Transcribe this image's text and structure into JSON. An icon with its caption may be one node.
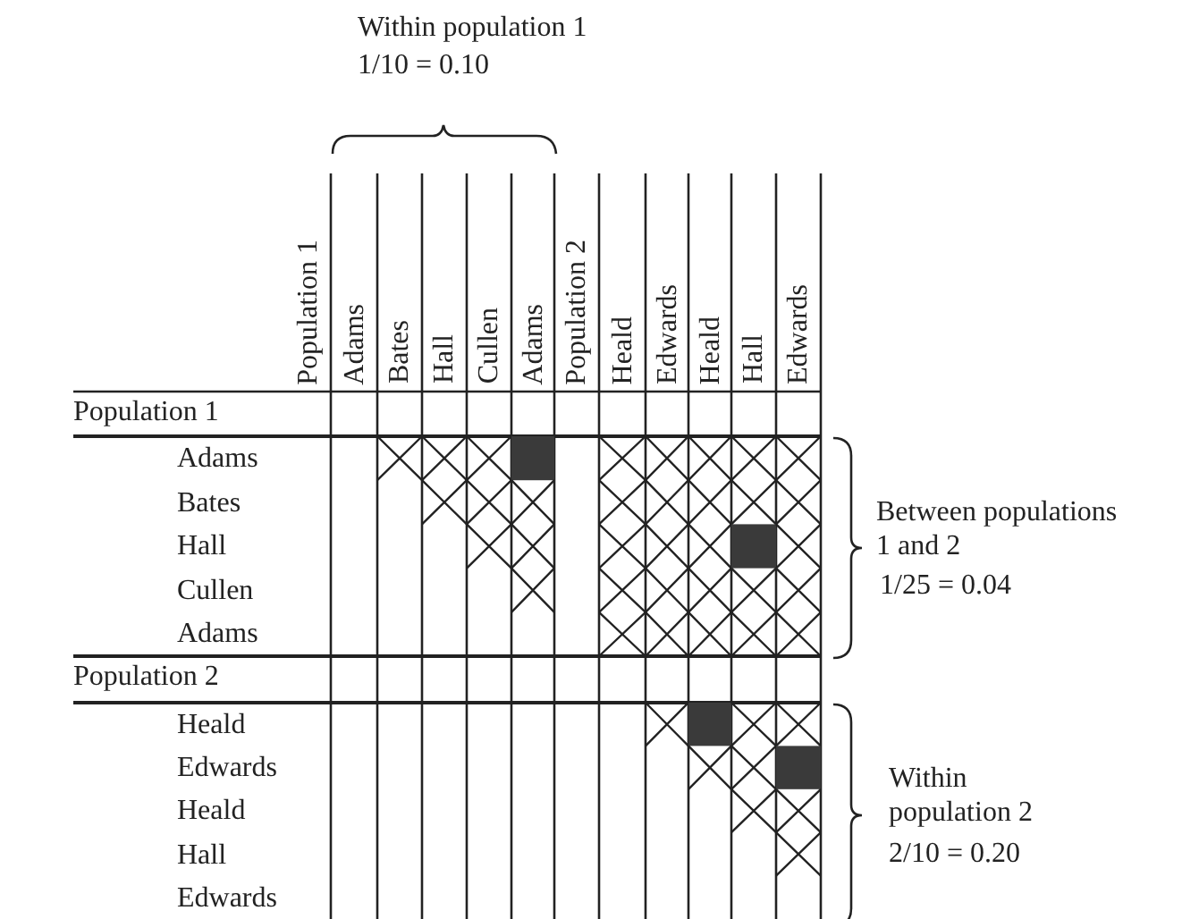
{
  "diagram": {
    "labels": [
      "Within population 1",
      "1/10 = 0.10",
      "Population 1",
      "Adams",
      "Bates",
      "Hall",
      "Cullen",
      "Adams",
      "Population 2",
      "Heald",
      "Edwards",
      "Heald",
      "Hall",
      "Edwards",
      "Population 1",
      "Adams",
      "Bates",
      "Hall",
      "Cullen",
      "Adams",
      "Between populations 1 and 2",
      "1/25 = 0.04",
      "Population 2",
      "Heald",
      "Edwards",
      "Heald",
      "Hall",
      "Edwards",
      "Within population 2",
      "2/10 = 0.20"
    ]
  }
}
